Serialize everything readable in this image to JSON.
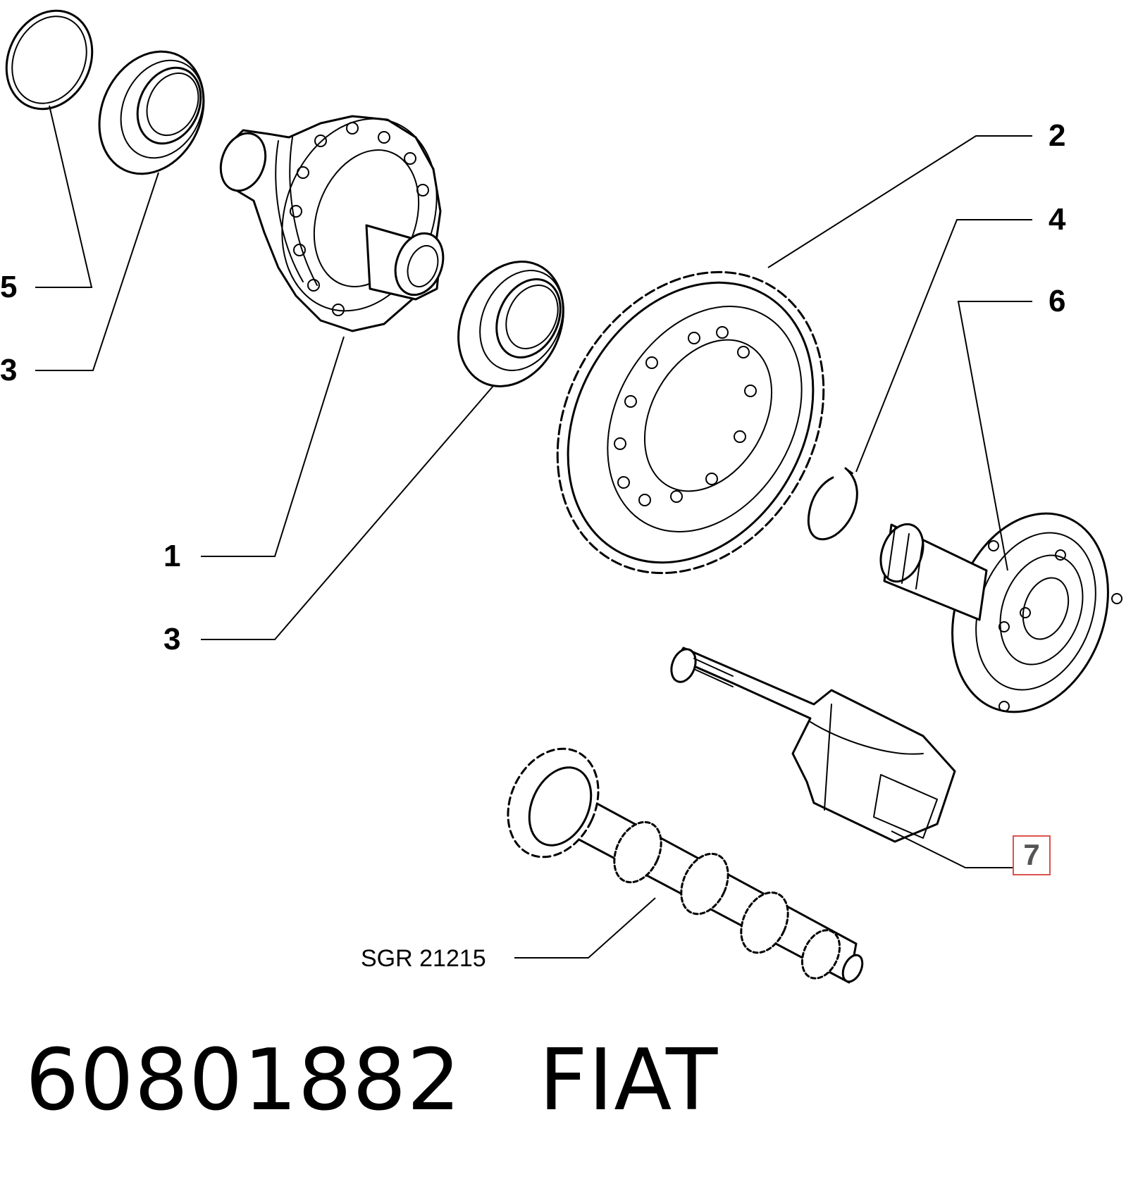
{
  "callouts": {
    "c1": "1",
    "c2": "2",
    "c3a": "3",
    "c3b": "3",
    "c4": "4",
    "c5": "5",
    "c6": "6",
    "c7": "7",
    "sgr": "SGR 21215"
  },
  "footer": {
    "part_number": "60801882",
    "brand": "FIAT"
  },
  "colors": {
    "line": "#000000",
    "highlight_border": "#d9534f",
    "highlight_text": "#555555",
    "background": "#ffffff"
  }
}
